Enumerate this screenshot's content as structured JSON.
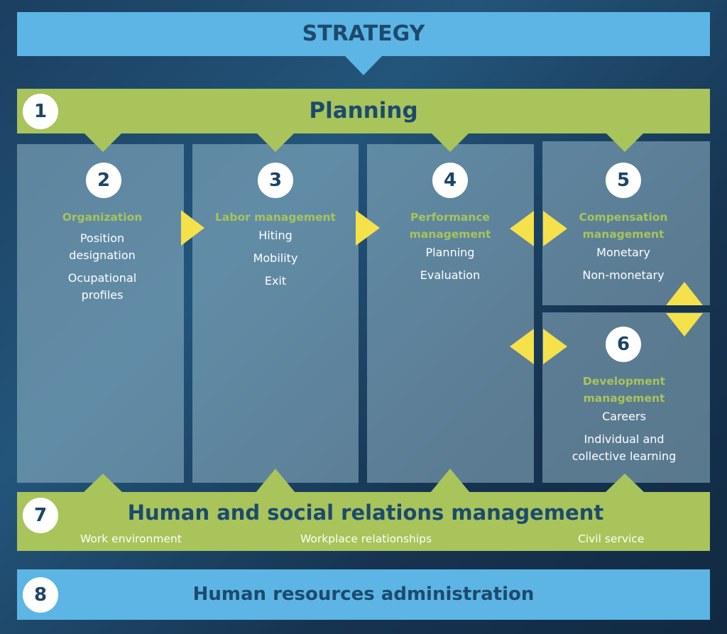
{
  "strategy": {
    "title": "STRATEGY"
  },
  "planning": {
    "number": "1",
    "title": "Planning"
  },
  "columns": [
    {
      "number": "2",
      "title": "Organization",
      "items": [
        "Position designation",
        "Ocupational profiles"
      ]
    },
    {
      "number": "3",
      "title": "Labor management",
      "items": [
        "Hiting",
        "Mobility",
        "Exit"
      ]
    },
    {
      "number": "4",
      "title": "Performance management",
      "items": [
        "Planning",
        "Evaluation"
      ]
    },
    {
      "number": "5",
      "title": "Compensation management",
      "items": [
        "Monetary",
        "Non-monetary"
      ]
    },
    {
      "number": "6",
      "title": "Development management",
      "items": [
        "Careers",
        "Individual and collective learning"
      ]
    }
  ],
  "relations": {
    "number": "7",
    "title": "Human and social relations management",
    "items": [
      "Work environment",
      "Workplace relationships",
      "Civil service"
    ]
  },
  "administration": {
    "number": "8",
    "title": "Human resources administration"
  },
  "colors": {
    "blue": "#5cb5e5",
    "green": "#a8c45a",
    "yellow": "#f5e14a",
    "navy": "#1d4a6e"
  }
}
